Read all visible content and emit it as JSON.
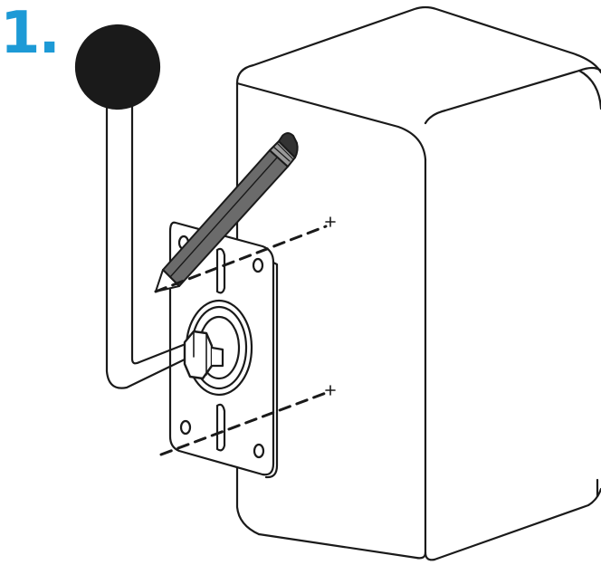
{
  "step": {
    "number": "1."
  },
  "colors": {
    "accent": "#1d9ad6",
    "line": "#1a1a1a",
    "knob": "#1a1a1a",
    "pencil": "#555555",
    "background": "#ffffff"
  },
  "figure": {
    "items": [
      {
        "id": "speaker-cabinet",
        "icon": "speaker-cabinet-icon"
      },
      {
        "id": "mounting-bracket",
        "icon": "mounting-plate-icon"
      },
      {
        "id": "pencil",
        "icon": "pencil-icon"
      },
      {
        "id": "ball-joint-arm",
        "icon": "ball-joint-arm-icon"
      },
      {
        "id": "hole-marks",
        "icon": "crosshair-mark-icon"
      }
    ]
  }
}
